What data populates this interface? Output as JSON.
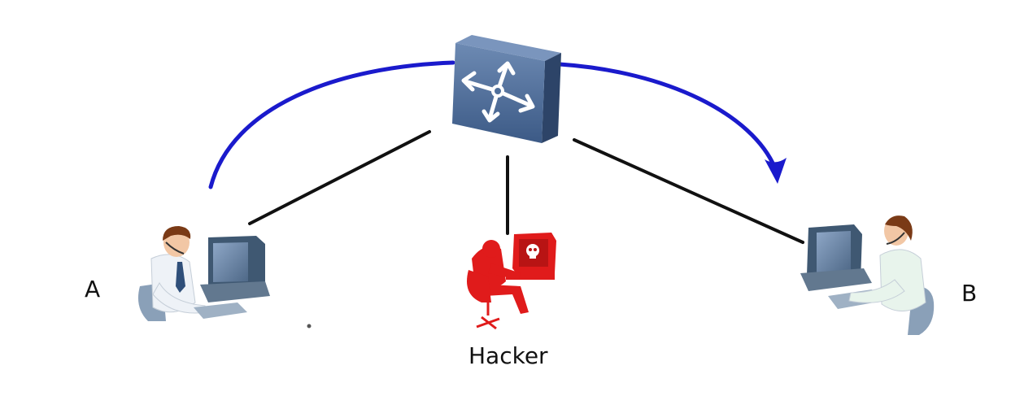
{
  "labels": {
    "a": "A",
    "b": "B",
    "hacker": "Hacker"
  },
  "nodes": {
    "switch": {
      "icon": "network-switch-icon"
    },
    "user_a": {
      "icon": "user-at-computer-icon"
    },
    "user_b": {
      "icon": "user-at-computer-icon"
    },
    "hacker": {
      "icon": "hacker-at-computer-icon"
    }
  },
  "colors": {
    "arc": "#1a1acc",
    "link": "#111111",
    "switch_face": "#4f6f9b",
    "switch_top": "#7a95bd",
    "hacker": "#e01b1b",
    "monitor": "#3f5872",
    "skin": "#f2c7a5"
  }
}
